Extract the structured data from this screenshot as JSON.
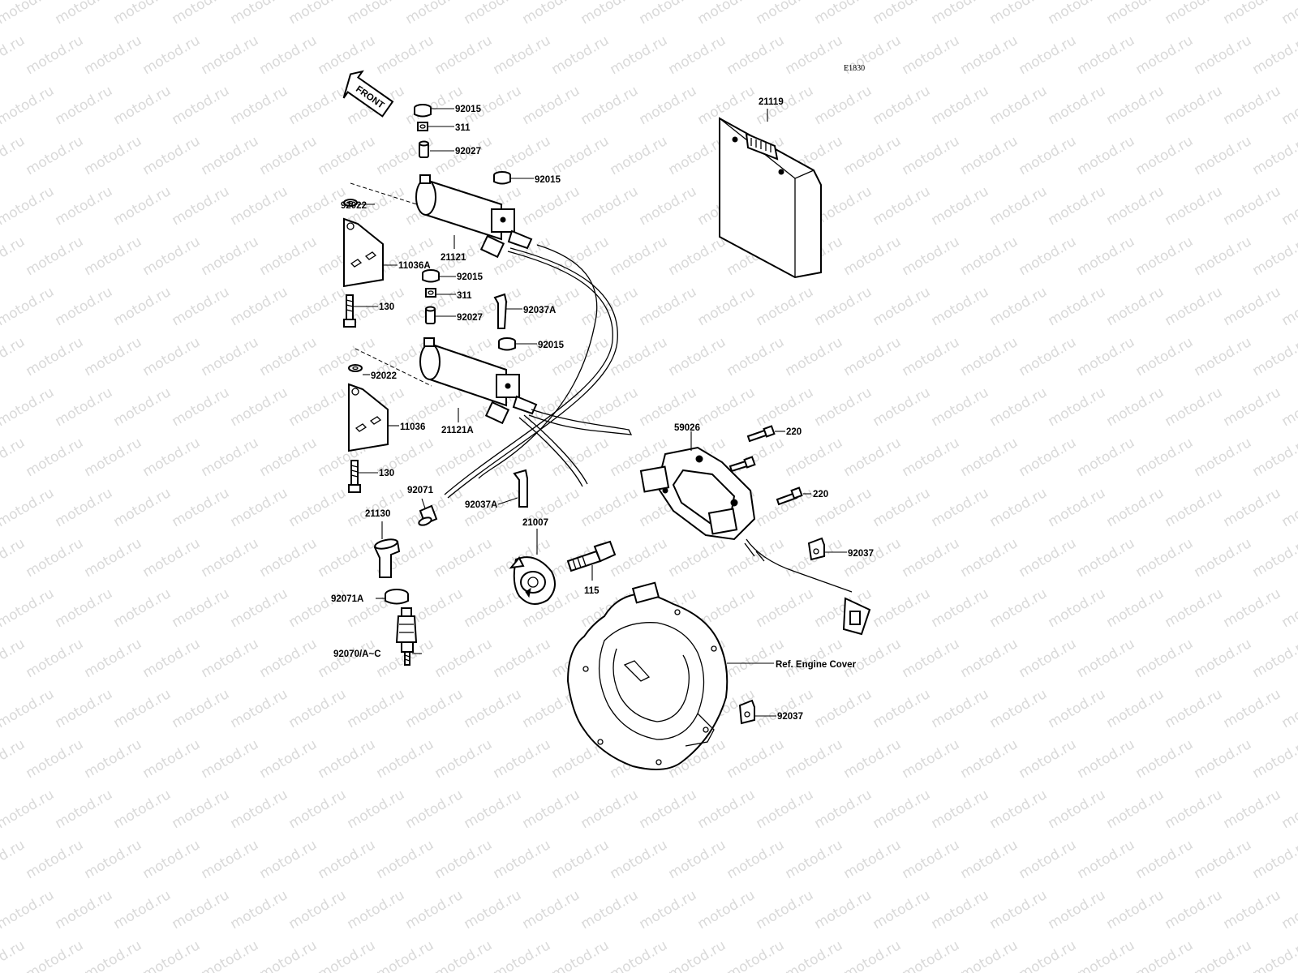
{
  "diagram": {
    "code": "E1830",
    "front_arrow": "FRONT",
    "watermark": "motod.ru",
    "parts": {
      "p92015_a": "92015",
      "p311_a": "311",
      "p92027_a": "92027",
      "p92015_b": "92015",
      "p92022_a": "92022",
      "p21121": "21121",
      "p11036A": "11036A",
      "p92015_c": "92015",
      "p311_b": "311",
      "p92027_b": "92027",
      "p92037A_a": "92037A",
      "p130_a": "130",
      "p92015_d": "92015",
      "p92022_b": "92022",
      "p11036": "11036",
      "p21121A": "21121A",
      "p130_b": "130",
      "p92071": "92071",
      "p92037A_b": "92037A",
      "p21130": "21130",
      "p21007": "21007",
      "p92071A": "92071A",
      "p92070": "92070/A~C",
      "p115": "115",
      "p21119": "21119",
      "p59026": "59026",
      "p220_a": "220",
      "p220_b": "220",
      "p92037_a": "92037",
      "ref_engine_cover": "Ref. Engine Cover",
      "p92037_b": "92037"
    }
  }
}
